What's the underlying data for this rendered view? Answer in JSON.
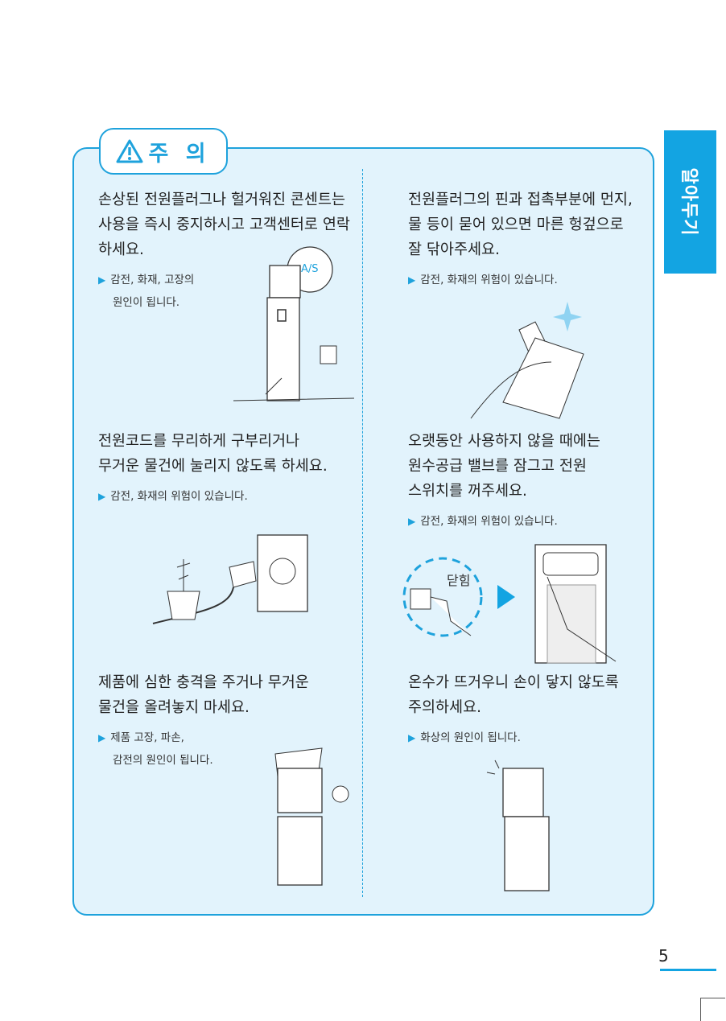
{
  "header": {
    "title": "주 의",
    "icon": "warning-triangle-icon"
  },
  "side_tab": {
    "label": "알아두기"
  },
  "page_number": "5",
  "accent_color": "#1ea2dc",
  "sections": [
    {
      "title": [
        "손상된 전원플러그나 헐거워진 콘센트는",
        "사용을 즉시 중지하시고 고객센터로 연락",
        "하세요."
      ],
      "note": [
        "감전, 화재, 고장의",
        "원인이 됩니다."
      ],
      "illustration_label": "A/S"
    },
    {
      "title": [
        "전원플러그의 핀과 접촉부분에 먼지,",
        "물 등이 묻어 있으면 마른 헝겊으로",
        "잘 닦아주세요."
      ],
      "note": [
        "감전, 화재의 위험이 있습니다."
      ]
    },
    {
      "title": [
        "전원코드를 무리하게 구부리거나",
        "무거운 물건에 눌리지 않도록 하세요."
      ],
      "note": [
        "감전, 화재의 위험이 있습니다."
      ]
    },
    {
      "title": [
        "오랫동안 사용하지 않을 때에는",
        "원수공급 밸브를 잠그고 전원",
        "스위치를 꺼주세요."
      ],
      "note": [
        "감전, 화재의 위험이 있습니다."
      ],
      "illustration_label": "닫힘"
    },
    {
      "title": [
        "제품에 심한 충격을 주거나 무거운",
        "물건을 올려놓지 마세요."
      ],
      "note": [
        "제품 고장, 파손,",
        "감전의 원인이 됩니다."
      ]
    },
    {
      "title": [
        "온수가 뜨거우니 손이 닿지 않도록",
        "주의하세요."
      ],
      "note": [
        "화상의 원인이 됩니다."
      ]
    }
  ]
}
